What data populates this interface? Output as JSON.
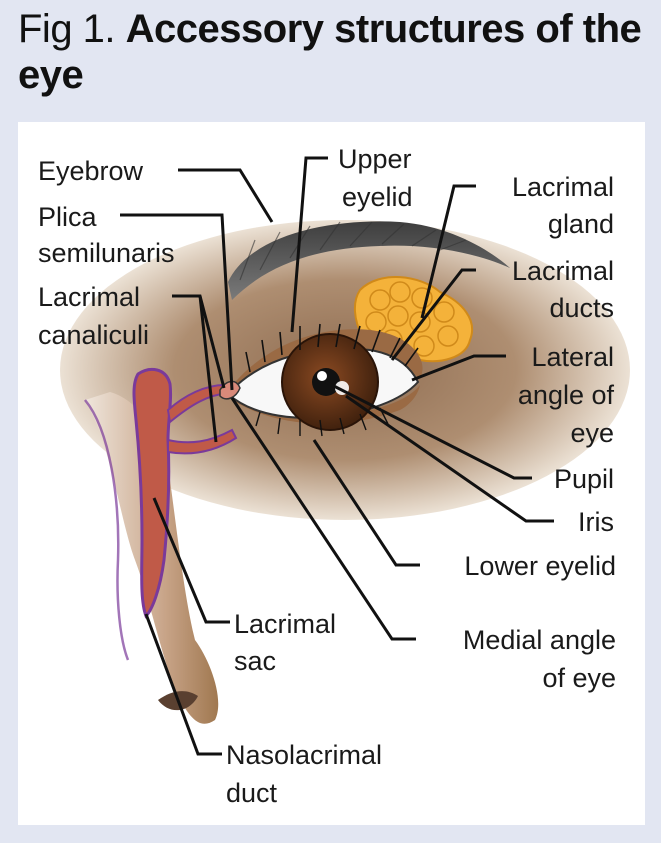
{
  "title": {
    "prefix": "Fig 1.",
    "main": "Accessory structures of the eye"
  },
  "labels": {
    "eyebrow": "Eyebrow",
    "plica_1": "Plica",
    "plica_2": "semilunaris",
    "canaliculi_1": "Lacrimal",
    "canaliculi_2": "canaliculi",
    "upper_eyelid_1": "Upper",
    "upper_eyelid_2": "eyelid",
    "gland_1": "Lacrimal",
    "gland_2": "gland",
    "ducts_1": "Lacrimal",
    "ducts_2": "ducts",
    "lateral_1": "Lateral",
    "lateral_2": "angle of",
    "lateral_3": "eye",
    "pupil": "Pupil",
    "iris": "Iris",
    "lower_eyelid": "Lower eyelid",
    "medial_1": "Medial angle",
    "medial_2": "of eye",
    "sac_1": "Lacrimal",
    "sac_2": "sac",
    "nasolacrimal_1": "Nasolacrimal",
    "nasolacrimal_2": "duct"
  },
  "colors": {
    "background": "#e2e6f2",
    "panel": "#ffffff",
    "skin": "#b08a68",
    "eyebrow": "#4a4a4a",
    "iris": "#6b3a1e",
    "lacrimal_gland": "#f4b23a",
    "lacrimal_sac": "#c05a48",
    "duct_outline": "#7a3a9a"
  }
}
